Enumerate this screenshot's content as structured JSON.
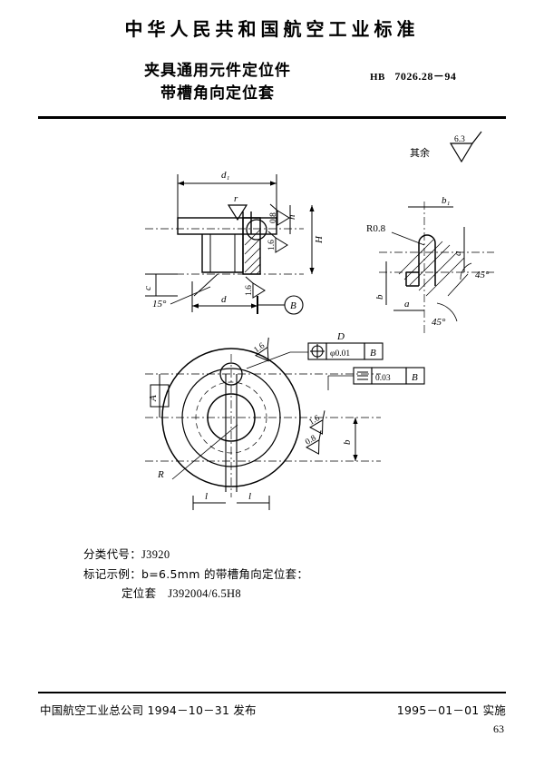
{
  "header": {
    "national_title": "中华人民共和国航空工业标准",
    "doc_title_line1": "夹具通用元件定位件",
    "doc_title_line2": "带槽角向定位套",
    "standard_prefix": "HB",
    "standard_number": "7026.28－94"
  },
  "drawing": {
    "general_roughness_note": "其余",
    "general_roughness_value": "6.3",
    "section_view": {
      "dim_d1": "d₁",
      "dim_d": "d",
      "dim_h": "h",
      "dim_H": "H",
      "dim_c": "c",
      "angle_15": "15°",
      "datum_b": "B",
      "roughness_1": "0.8",
      "roughness_2": "1.6",
      "roughness_3": "1.6",
      "leader_r": "r"
    },
    "detail_view": {
      "radius": "R0.8",
      "dim_b1": "b₁",
      "dim_b": "b",
      "dim_a_upper": "a",
      "dim_a_lower": "a",
      "angle_45_upper": "45°",
      "angle_45_lower": "45°"
    },
    "plan_view": {
      "dim_A": "A",
      "dim_b": "b",
      "dim_l_left": "l",
      "dim_l_right": "l",
      "label_R": "R",
      "roughness_1": "1.6",
      "roughness_2": "0.8",
      "roughness_3": "1.6",
      "roughness_4": "0.8",
      "tolerance_position_symbol": "⌖",
      "tolerance_position_value": "φ0.01",
      "tolerance_position_datum": "B",
      "tolerance_position_label": "D",
      "tolerance_symmetry_symbol": "≡",
      "tolerance_symmetry_value": "0.03",
      "tolerance_symmetry_datum": "B"
    }
  },
  "notes": {
    "class_code_label": "分类代号：",
    "class_code_value": "J3920",
    "example_label": "标记示例：",
    "example_text": "b=6.5mm 的带槽角向定位套：",
    "example_designation_name": "定位套",
    "example_designation_code": "J392004/6.5H8"
  },
  "footer": {
    "issuer": "中国航空工业总公司 1994－10－31 发布",
    "effective": "1995－01－01 实施",
    "page_number": "63"
  }
}
